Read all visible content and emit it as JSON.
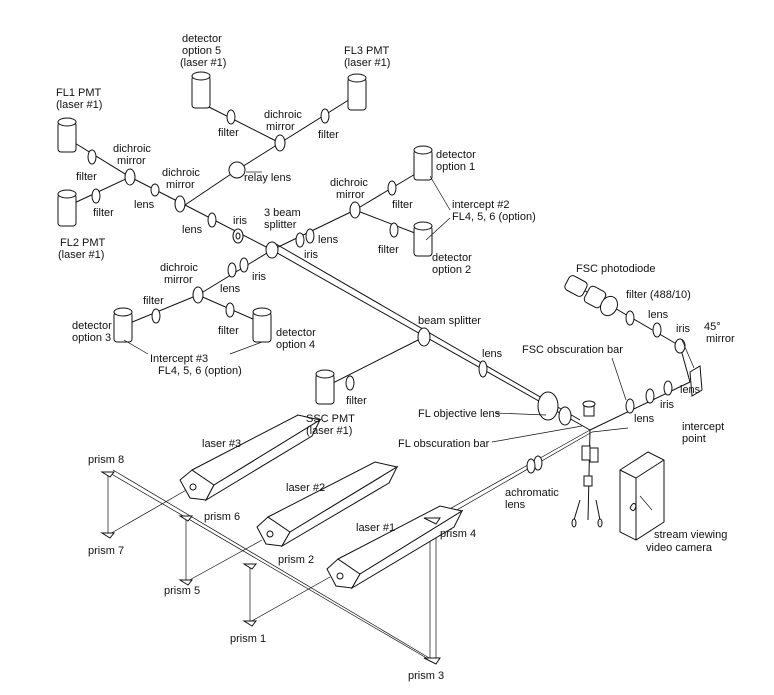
{
  "labels": {
    "det5_a": "detector",
    "det5_b": "option 5",
    "det5_c": "(laser #1)",
    "fl3_a": "FL3 PMT",
    "fl3_b": "(laser #1)",
    "fl1_a": "FL1 PMT",
    "fl1_b": "(laser #1)",
    "fl2_a": "FL2 PMT",
    "fl2_b": "(laser #1)",
    "filter_a": "filter",
    "filter_b": "filter",
    "filter_c": "filter",
    "filter_d": "filter",
    "filter_e": "filter",
    "filter_f": "filter",
    "filter_g": "filter",
    "filter_h": "filter",
    "filter_i": "filter",
    "dichroic_top_a": "dichroic",
    "dichroic_top_b": "mirror",
    "dichroic_left_a": "dichroic",
    "dichroic_left_b": "mirror",
    "dichroic_mid_a": "dichroic",
    "dichroic_mid_b": "mirror",
    "dichroic_right_a": "dichroic",
    "dichroic_right_b": "mirror",
    "dichroic_low_a": "dichroic",
    "dichroic_low_b": "mirror",
    "relay_lens": "relay lens",
    "lens_a": "lens",
    "lens_b": "lens",
    "lens_c": "lens",
    "lens_d": "lens",
    "lens_e": "lens",
    "lens_f": "lens",
    "lens_g": "lens",
    "lens_h": "lens",
    "iris_a": "iris",
    "iris_b": "iris",
    "iris_c": "iris",
    "iris_d": "iris",
    "iris_e": "iris",
    "splitter3_a": "3 beam",
    "splitter3_b": "splitter",
    "det1_a": "detector",
    "det1_b": "option 1",
    "int2_a": "intercept #2",
    "int2_b": "FL4, 5, 6 (option)",
    "det2_a": "detector",
    "det2_b": "option 2",
    "fsc_pd": "FSC photodiode",
    "filter_48810": "filter (488/10)",
    "mirror45_a": "45°",
    "mirror45_b": "mirror",
    "det3_a": "detector",
    "det3_b": "option 3",
    "det4_a": "detector",
    "det4_b": "option 4",
    "int3_a": "Intercept #3",
    "int3_b": "FL4, 5, 6 (option)",
    "beam_splitter": "beam splitter",
    "fsc_obs": "FSC obscuration bar",
    "ssc_a": "SSC PMT",
    "ssc_b": "(laser #1)",
    "fl_obj": "FL objective lens",
    "fl_obs": "FL obscuration bar",
    "intercept_a": "intercept",
    "intercept_b": "point",
    "laser3": "laser #3",
    "laser2": "laser #2",
    "laser1": "laser #1",
    "prism8": "prism  8",
    "prism7": "prism  7",
    "prism6": "prism  6",
    "prism5": "prism  5",
    "prism2": "prism  2",
    "prism1": "prism  1",
    "prism3": "prism  3",
    "prism4": "prism 4",
    "achro_a": "achromatic",
    "achro_b": "lens",
    "cam_a": "stream viewing",
    "cam_b": "video camera"
  }
}
